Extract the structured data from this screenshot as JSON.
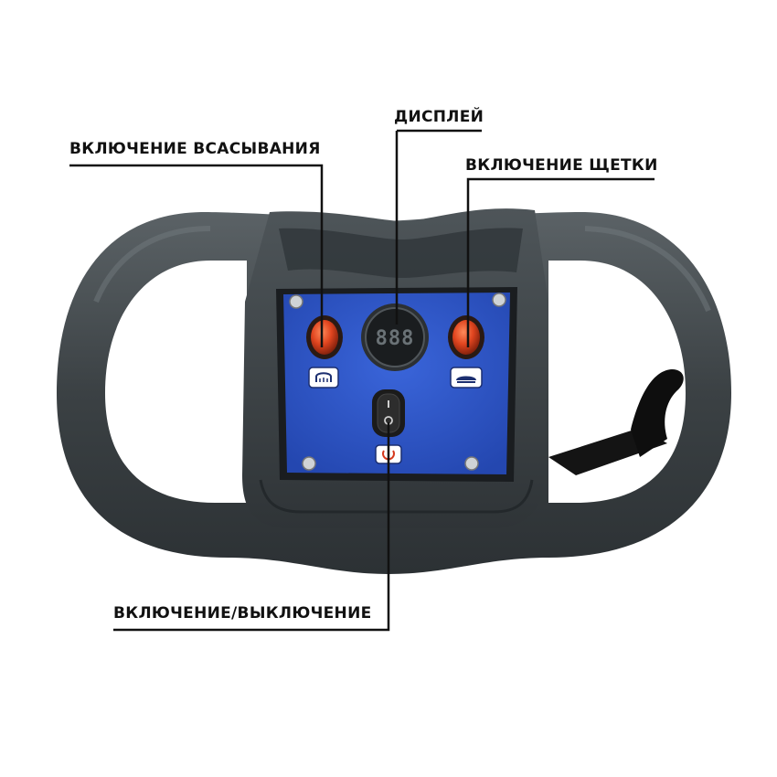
{
  "labels": {
    "suction": "ВКЛЮЧЕНИЕ ВСАСЫВАНИЯ",
    "display": "ДИСПЛЕЙ",
    "brush": "ВКЛЮЧЕНИЕ ЩЕТКИ",
    "power": "ВКЛЮЧЕНИЕ/ВЫКЛЮЧЕНИЕ"
  },
  "display": {
    "readout": "888"
  },
  "colors": {
    "handle": "#3d4347",
    "panel": "#2e56c8",
    "button": "#e0451f",
    "leader": "#111111"
  },
  "icons": [
    "suction-icon",
    "brush-icon",
    "power-icon",
    "rocker-switch",
    "digital-display"
  ]
}
